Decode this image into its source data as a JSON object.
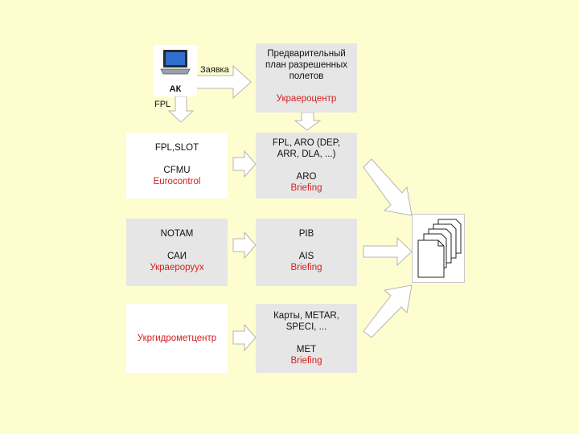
{
  "ak": {
    "label": "АК",
    "fpl_label": "FPL"
  },
  "request_label": "Заявка",
  "plan_box": {
    "lines": [
      "Предварительный",
      "план разрешенных",
      "полетов"
    ],
    "org": "Украероцентр"
  },
  "cfmu_box": {
    "title": "FPL,SLOT",
    "name": "CFMU",
    "org": "Eurocontrol"
  },
  "aro_box": {
    "lines": [
      "FPL, ARO (DEP,",
      "ARR, DLA, ...)"
    ],
    "name": "ARO",
    "org": "Briefing"
  },
  "notam_box": {
    "title": "NOTAM",
    "name": "САИ",
    "org": "Украероруух"
  },
  "ais_box": {
    "title": "PIB",
    "name": "AIS",
    "org": "Briefing"
  },
  "hydro_box": {
    "org": "Укргидрометцентр"
  },
  "met_box": {
    "lines": [
      "Карты, METAR,",
      "SPECI, ..."
    ],
    "name": "MET",
    "org": "Briefing"
  },
  "colors": {
    "background": "#fdfdcf",
    "org_text": "#d22020",
    "grey_box": "#e6e6e6"
  },
  "icons": [
    "laptop-icon",
    "documents-stack-icon"
  ]
}
